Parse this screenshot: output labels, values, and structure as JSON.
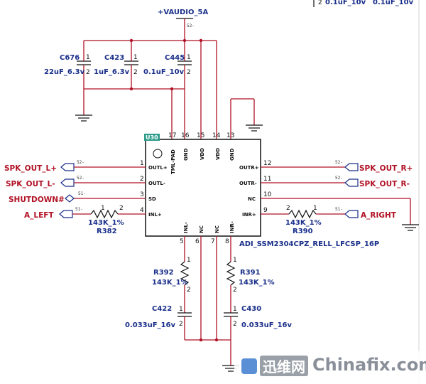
{
  "power": {
    "name": "+VAUDIO_5A",
    "ref": "52-"
  },
  "caps_top": [
    {
      "ref": "C676",
      "value": "22uF_6.3v",
      "p1": "1",
      "p2": "2"
    },
    {
      "ref": "C423",
      "value": "1uF_6.3v",
      "p1": "1",
      "p2": "2"
    },
    {
      "ref": "C445",
      "value": "0.1uF_10v",
      "p1": "1",
      "p2": "2"
    }
  ],
  "corner_top": {
    "text_a": "0.1uF_10v",
    "text_b": "0.1uF_10v",
    "pin": "2"
  },
  "ic": {
    "ref": "U30",
    "part": "ADI_SSM2304CPZ_RELL_LFCSP_16P",
    "top_pins": [
      {
        "num": "17",
        "name": "TML-PAD"
      },
      {
        "num": "16",
        "name": "GND"
      },
      {
        "num": "15",
        "name": "VDD"
      },
      {
        "num": "14",
        "name": "VDD"
      },
      {
        "num": "13",
        "name": "GND"
      }
    ],
    "left_pins": [
      {
        "num": "1",
        "name": "OUTL+"
      },
      {
        "num": "2",
        "name": "OUTL-"
      },
      {
        "num": "3",
        "name": "SD"
      },
      {
        "num": "4",
        "name": "INL+"
      }
    ],
    "right_pins": [
      {
        "num": "12",
        "name": "OUTR+"
      },
      {
        "num": "11",
        "name": "OUTR-"
      },
      {
        "num": "10",
        "name": "NC"
      },
      {
        "num": "9",
        "name": "INR+"
      }
    ],
    "bottom_pins": [
      {
        "num": "5",
        "name": "INL-"
      },
      {
        "num": "6",
        "name": "NC"
      },
      {
        "num": "7",
        "name": "NC"
      },
      {
        "num": "8",
        "name": "INR-"
      }
    ]
  },
  "nets_left": [
    {
      "name": "SPK_OUT_L+",
      "ref": "52-"
    },
    {
      "name": "SPK_OUT_L-",
      "ref": "52-"
    },
    {
      "name": "SHUTDOWN#",
      "ref": "51-"
    },
    {
      "name": "A_LEFT",
      "ref": "51-"
    }
  ],
  "nets_right": [
    {
      "name": "SPK_OUT_R+",
      "ref": "52-"
    },
    {
      "name": "SPK_OUT_R-",
      "ref": "52-"
    },
    {
      "name": "A_RIGHT",
      "ref": "51-"
    }
  ],
  "resistors": [
    {
      "ref": "R382",
      "value": "143K_1%",
      "p1": "1",
      "p2": "2"
    },
    {
      "ref": "R390",
      "value": "143K_1%",
      "p1": "2",
      "p2": "1"
    },
    {
      "ref": "R392",
      "value": "143K_1%",
      "p1": "1",
      "p2": "2"
    },
    {
      "ref": "R391",
      "value": "143K_1%",
      "p1": "1",
      "p2": "2"
    }
  ],
  "caps_bottom": [
    {
      "ref": "C422",
      "value": "0.033uF_16v",
      "p1": "1",
      "p2": "2"
    },
    {
      "ref": "C430",
      "value": "0.033uF_16v",
      "p1": "1",
      "p2": "2"
    }
  ],
  "watermark": {
    "brand_cn": "迅维网",
    "brand_en": "Chinafix.com"
  }
}
